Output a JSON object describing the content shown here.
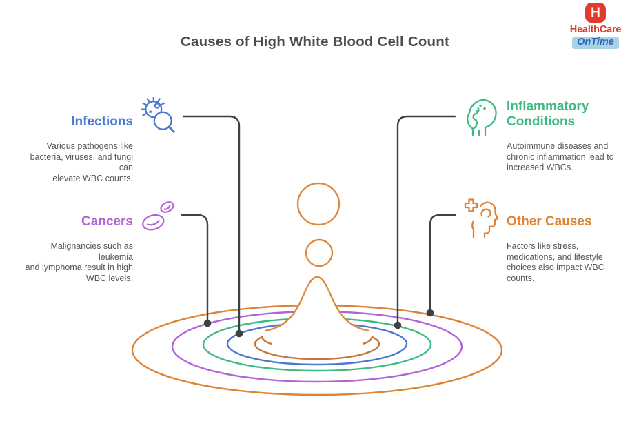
{
  "title": "Causes of High White Blood Cell Count",
  "logo": {
    "monogram": "H",
    "name": "HealthCare",
    "tagline": "OnTime"
  },
  "sections": [
    {
      "id": "infections",
      "label": "Infections",
      "description": "Various pathogens like\nbacteria, viruses, and fungi can\nelevate WBC counts.",
      "color": "#4a79d1",
      "icon": "microbe-magnifier-icon",
      "side": "left"
    },
    {
      "id": "inflammatory-conditions",
      "label": "Inflammatory\nConditions",
      "description": "Autoimmune diseases and\nchronic inflammation lead to\nincreased WBCs.",
      "color": "#3cba82",
      "icon": "inflamed-head-icon",
      "side": "right"
    },
    {
      "id": "cancers",
      "label": "Cancers",
      "description": "Malignancies such as leukemia\nand lymphoma result in high\nWBC levels.",
      "color": "#b163d8",
      "icon": "blood-cells-icon",
      "side": "left"
    },
    {
      "id": "other-causes",
      "label": "Other Causes",
      "description": "Factors like stress,\nmedications, and lifestyle\nchoices also impact WBC\ncounts.",
      "color": "#dd8434",
      "icon": "head-with-cross-icon",
      "side": "right"
    }
  ],
  "illustration": {
    "type": "water-drop-with-ripples",
    "droplet_color": "#dd8a3c",
    "inner_ripple_color": "#c0763c",
    "ripple_colors_outer_to_inner": [
      "#dd8434",
      "#b163d8",
      "#3cba82",
      "#4a79d1",
      "#c0763c"
    ],
    "connector_color": "#3d4145"
  },
  "colors": {
    "title_text": "#4d4d4d",
    "body_text": "#54585c",
    "background": "#ffffff",
    "logo_red": "#e23b2e",
    "logo_text_red": "#d53a2c",
    "logo_tagline_blue": "#2c67b8",
    "logo_tagline_bg": "#a9d2e6"
  }
}
